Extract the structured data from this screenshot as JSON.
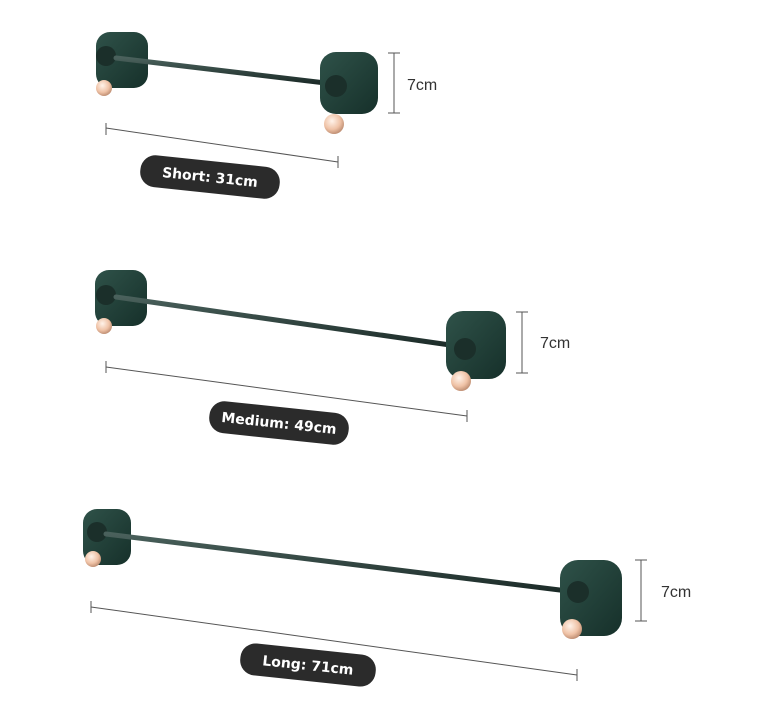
{
  "colors": {
    "mount": "#1f3b35",
    "rod": "#2a3a37",
    "hook": "#f0c9b0",
    "pill_bg": "#2b2b2b",
    "pill_text": "#ffffff",
    "dim_line": "#555555"
  },
  "products": [
    {
      "size_label": "Short: 31cm",
      "height_label": "7cm"
    },
    {
      "size_label": "Medium: 49cm",
      "height_label": "7cm"
    },
    {
      "size_label": "Long: 71cm",
      "height_label": "7cm"
    }
  ]
}
